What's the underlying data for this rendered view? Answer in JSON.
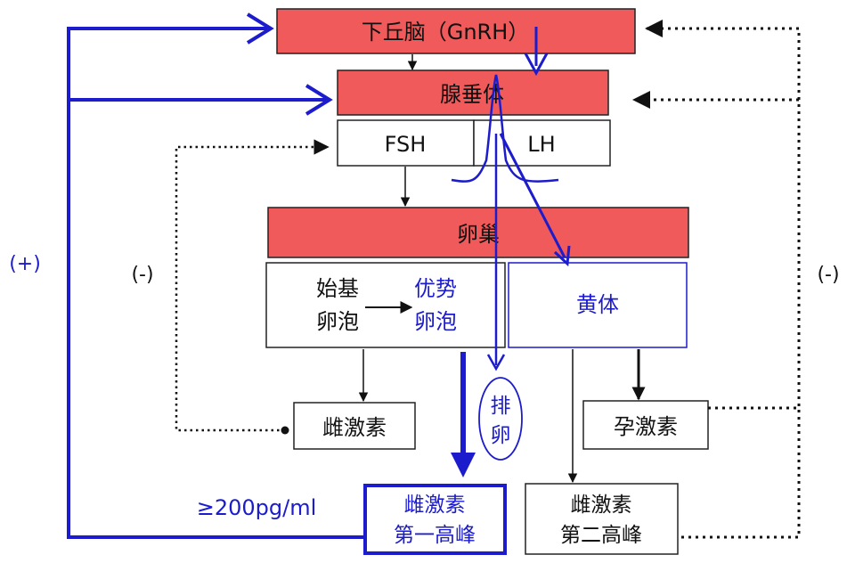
{
  "labels": {
    "hypothalamus": "下丘脑（GnRH）",
    "pituitary": "腺垂体",
    "fsh": "FSH",
    "lh": "LH",
    "ovary": "卵巢",
    "primordial_line1": "始基",
    "primordial_line2": "卵泡",
    "dominant_line1": "优势",
    "dominant_line2": "卵泡",
    "corpus_luteum": "黄体",
    "ovulation_line1": "排",
    "ovulation_line2": "卵",
    "estrogen": "雌激素",
    "progesterone": "孕激素",
    "estrogen_peak1_line1": "雌激素",
    "estrogen_peak1_line2": "第一高峰",
    "estrogen_peak2_line1": "雌激素",
    "estrogen_peak2_line2": "第二高峰",
    "threshold": "≥200pg/ml",
    "positive": "(+)",
    "negative_left": "(-)",
    "negative_right": "(-)"
  },
  "colors": {
    "red_fill": "#f05a5a",
    "blue": "#1c1ccc",
    "black": "#111111",
    "box_border": "#222222"
  }
}
